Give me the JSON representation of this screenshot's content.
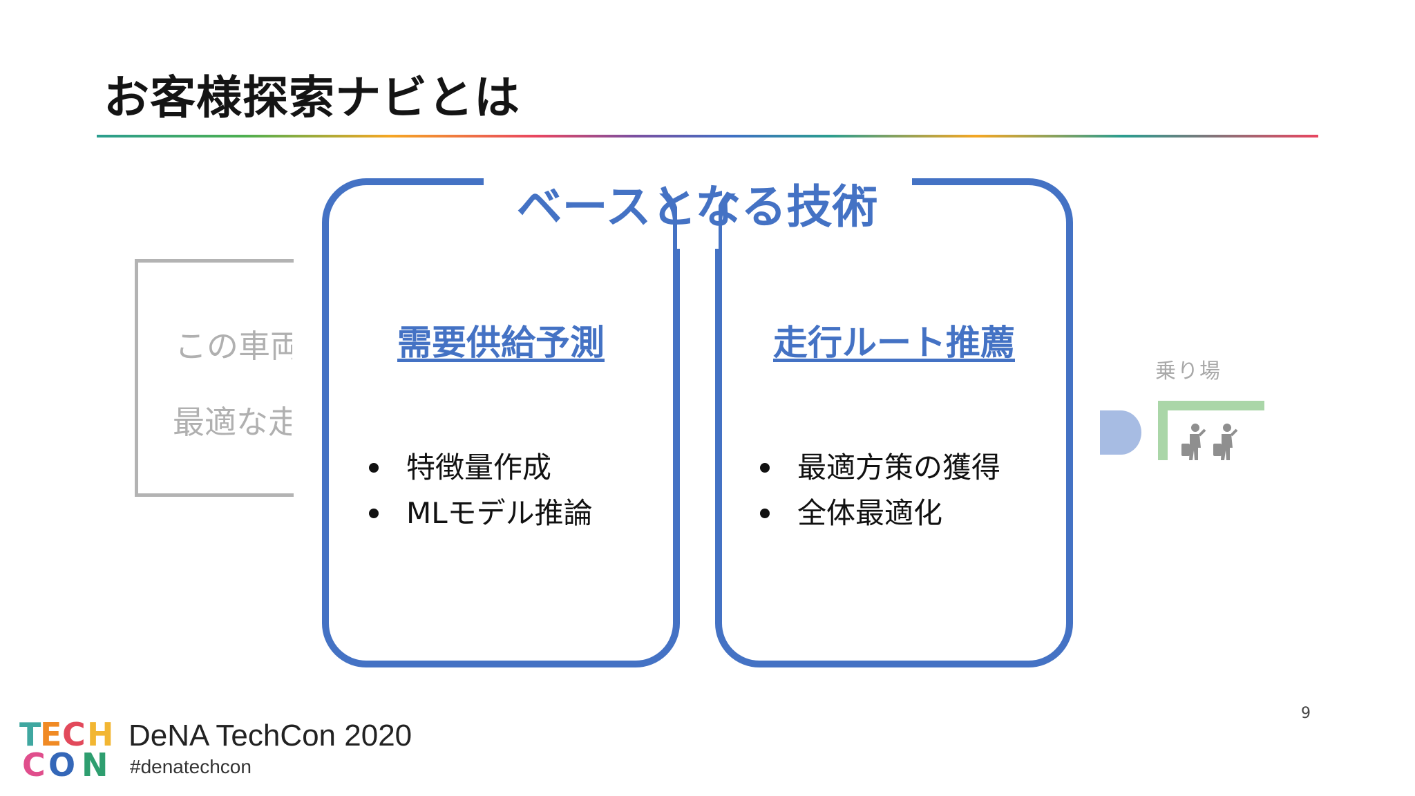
{
  "slide": {
    "title": "お客様探索ナビとは",
    "page_number": "9"
  },
  "background": {
    "box_lines": [
      "この車両",
      "最適な走"
    ],
    "pickup_label": "乗り場"
  },
  "tech": {
    "heading": "ベースとなる技術",
    "left": {
      "heading": "需要供給予測",
      "bullets": [
        "特徴量作成",
        "MLモデル推論"
      ]
    },
    "right": {
      "heading": "走行ルート推薦",
      "bullets": [
        "最適方策の獲得",
        "全体最適化"
      ]
    }
  },
  "footer": {
    "logo_top": "TECH",
    "logo_bottom": "CON",
    "event": "DeNA TechCon 2020",
    "hashtag": "#denatechcon"
  },
  "colors": {
    "accent": "#4472c4",
    "pickup_dot": "#a7bce3",
    "platform": "#aad6a8"
  },
  "icons": [
    "person-with-luggage-icon",
    "person-with-luggage-icon"
  ]
}
